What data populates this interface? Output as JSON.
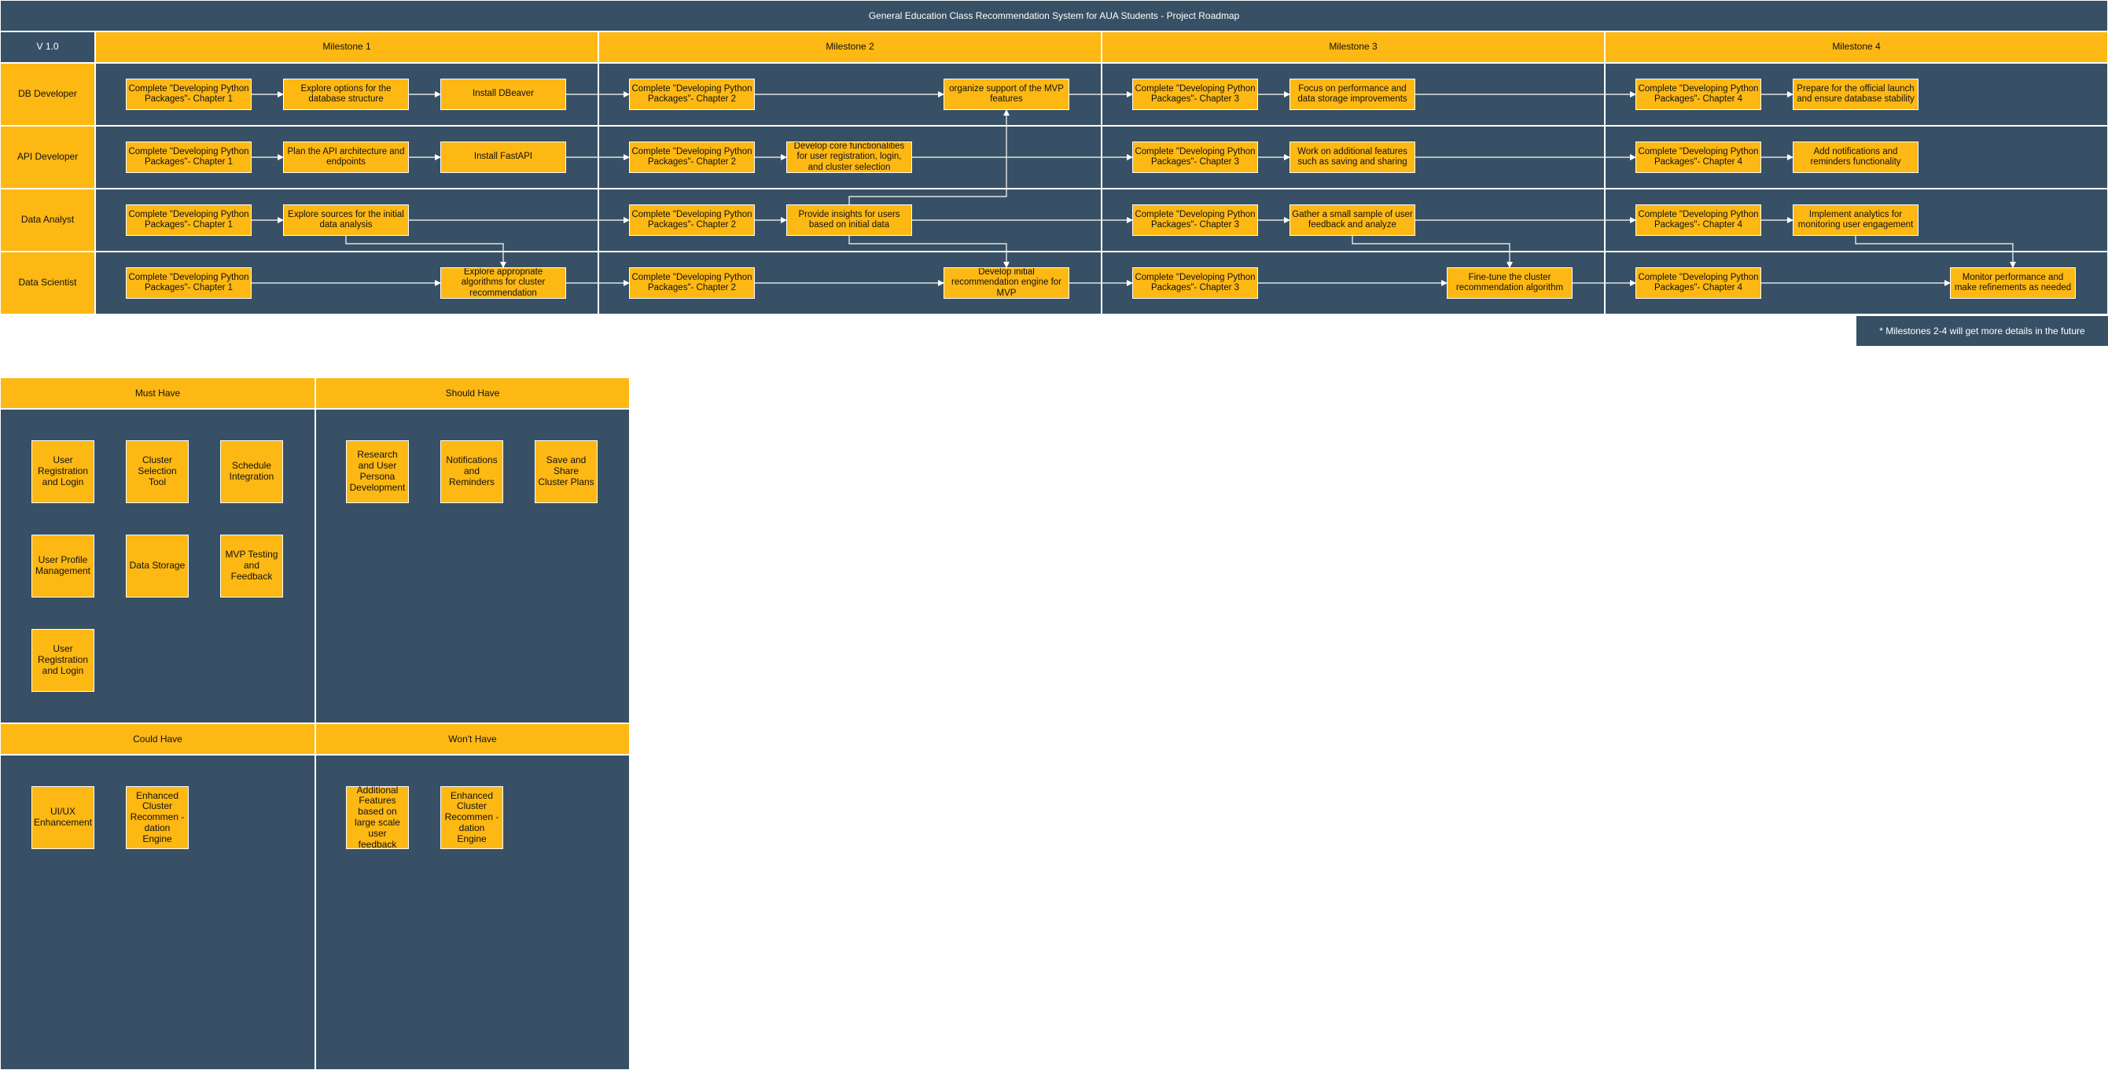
{
  "title": "General Education Class Recommendation System for AUA Students - Project Roadmap",
  "version": "V 1.0",
  "milestones": [
    "Milestone 1",
    "Milestone 2",
    "Milestone 3",
    "Milestone 4"
  ],
  "roles": [
    "DB Developer",
    "API Developer",
    "Data Analyst",
    "Data Scientist"
  ],
  "tasks": {
    "db_m1_ch1": "Complete \"Developing Python Packages\"- Chapter 1",
    "db_m1_explore": "Explore options for the database structure",
    "db_m1_dbeaver": "Install DBeaver",
    "db_m2_ch2": "Complete \"Developing Python Packages\"- Chapter 2",
    "db_m2_support": "organize support of the MVP features",
    "db_m3_ch3": "Complete \"Developing Python Packages\"- Chapter 3",
    "db_m3_focus": "Focus on performance and data storage improvements",
    "db_m4_ch4": "Complete \"Developing Python Packages\"- Chapter 4",
    "db_m4_prepare": "Prepare for the official launch and ensure database stability",
    "api_m1_ch1": "Complete \"Developing Python Packages\"- Chapter 1",
    "api_m1_plan": "Plan the API architecture and endpoints",
    "api_m1_fastapi": "Install FastAPI",
    "api_m2_ch2": "Complete \"Developing Python Packages\"- Chapter 2",
    "api_m2_core": "Develop core functionalities for user registration, login, and cluster selection",
    "api_m3_ch3": "Complete \"Developing Python Packages\"- Chapter 3",
    "api_m3_work": "Work on additional features such as saving and sharing",
    "api_m4_ch4": "Complete \"Developing Python Packages\"- Chapter 4",
    "api_m4_notify": "Add notifications and reminders functionality",
    "da_m1_ch1": "Complete \"Developing Python Packages\"- Chapter 1",
    "da_m1_explore": "Explore sources for the initial data analysis",
    "da_m2_ch2": "Complete \"Developing Python Packages\"- Chapter 2",
    "da_m2_insights": "Provide insights for users based on initial data",
    "da_m3_ch3": "Complete \"Developing Python Packages\"- Chapter 3",
    "da_m3_gather": "Gather a small sample of user feedback and analyze",
    "da_m4_ch4": "Complete \"Developing Python Packages\"- Chapter 4",
    "da_m4_implement": "Implement analytics for monitoring user engagement",
    "ds_m1_ch1": "Complete \"Developing Python Packages\"- Chapter 1",
    "ds_m1_algos": "Explore appropriate algorithms for cluster recommendation",
    "ds_m2_ch2": "Complete \"Developing Python Packages\"- Chapter 2",
    "ds_m2_engine": "Develop initial recommendation engine for MVP",
    "ds_m3_ch3": "Complete \"Developing Python Packages\"- Chapter 3",
    "ds_m3_finetune": "Fine-tune the cluster recommendation algorithm",
    "ds_m4_ch4": "Complete \"Developing Python Packages\"- Chapter 4",
    "ds_m4_monitor": "Monitor performance and make refinements as needed"
  },
  "note": "* Milestones 2-4 will get more details in the future",
  "moscow": {
    "must_have": {
      "label": "Must Have",
      "items": [
        "User Registration and Login",
        "Cluster Selection Tool",
        "Schedule Integration",
        "User Profile Management",
        "Data Storage",
        "MVP Testing and Feedback",
        "User Registration and Login"
      ]
    },
    "should_have": {
      "label": "Should Have",
      "items": [
        "Research and User Persona Development",
        "Notifications and Reminders",
        "Save and Share Cluster Plans"
      ]
    },
    "could_have": {
      "label": "Could Have",
      "items": [
        "UI/UX Enhancement",
        "Enhanced Cluster Recommen -dation Engine"
      ]
    },
    "wont_have": {
      "label": "Won't Have",
      "items": [
        "Additional Features based on large scale user feedback",
        "Enhanced Cluster Recommen -dation Engine"
      ]
    }
  },
  "colors": {
    "dark": "#385065",
    "accent": "#FDB813",
    "arrow": "#ffffff"
  }
}
